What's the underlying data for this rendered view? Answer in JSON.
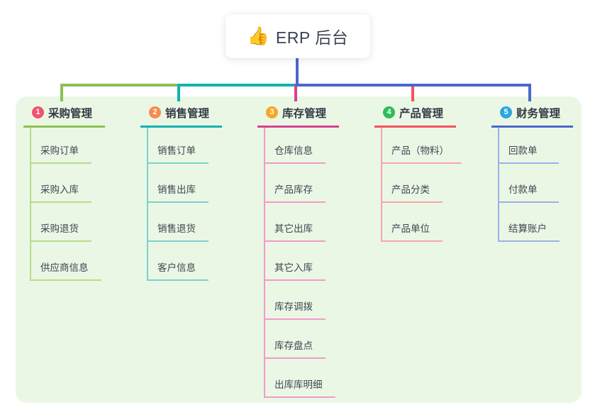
{
  "canvas": {
    "page_bg": "#ffffff",
    "panel_bg": "#ebf7e5"
  },
  "root": {
    "icon": "👍",
    "label": "ERP 后台",
    "connector_color": "#4a68cc"
  },
  "branches": [
    {
      "num": "1",
      "label": "采购管理",
      "badge_color": "#f0536b",
      "line_color": "#8cc152",
      "child_line_color": "#b5dd8a",
      "children": [
        "采购订单",
        "采购入库",
        "采购退货",
        "供应商信息"
      ]
    },
    {
      "num": "2",
      "label": "销售管理",
      "badge_color": "#f78a4d",
      "line_color": "#13b2b0",
      "child_line_color": "#7ad2cd",
      "children": [
        "销售订单",
        "销售出库",
        "销售退货",
        "客户信息"
      ]
    },
    {
      "num": "3",
      "label": "库存管理",
      "badge_color": "#f8a723",
      "line_color": "#d8418e",
      "child_line_color": "#f29aca",
      "children": [
        "仓库信息",
        "产品库存",
        "其它出库",
        "其它入库",
        "库存调拨",
        "库存盘点",
        "出库库明细"
      ]
    },
    {
      "num": "4",
      "label": "产品管理",
      "badge_color": "#2ebd59",
      "line_color": "#f4525f",
      "child_line_color": "#f9a5a9",
      "children": [
        "产品（物料）",
        "产品分类",
        "产品单位"
      ]
    },
    {
      "num": "5",
      "label": "财务管理",
      "badge_color": "#29a7e1",
      "line_color": "#4a68cc",
      "child_line_color": "#9db0e8",
      "children": [
        "回款单",
        "付款单",
        "结算账户"
      ]
    }
  ]
}
